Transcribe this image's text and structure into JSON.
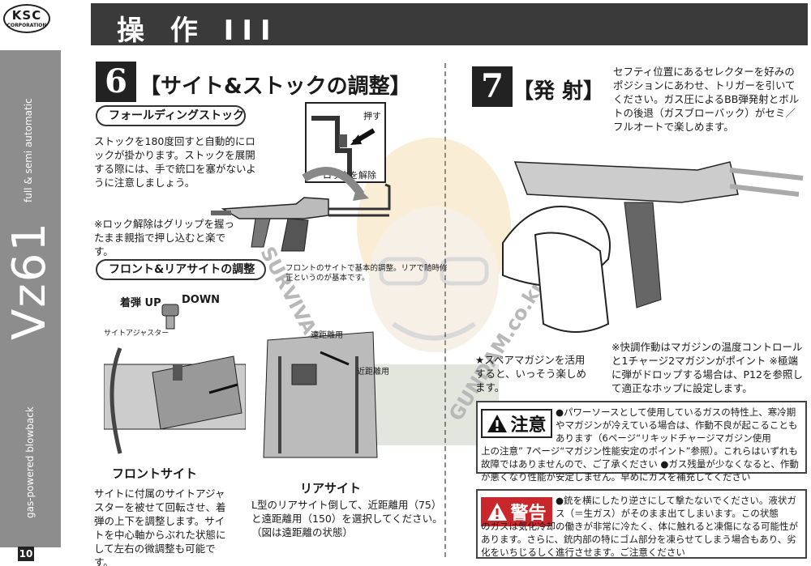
{
  "brand": {
    "logo_main": "KSC",
    "logo_sub": "CORPORATION"
  },
  "sidebar": {
    "tagline": "full & semi automatic",
    "model": "Vz61",
    "type": "gas-powered blowback",
    "page_number": "10"
  },
  "header": {
    "title": "操 作 III"
  },
  "section6": {
    "number": "6",
    "title": "【サイト&ストックの調整】",
    "stock": {
      "subhead": "フォールディングストック",
      "text": "ストックを180度回すと自動的にロックが掛かります。ストックを展開する際には、手で銃口を塞がないように注意しましょう。",
      "note": "※ロック解除はグリップを握ったまま親指で押し込むと楽です。",
      "label_push": "押す",
      "label_unlock": "ロックを解除"
    },
    "sight": {
      "subhead": "フロント&リアサイトの調整",
      "small_note": "フロントのサイトで基本的調整。リアで随時修正というのが基本です。",
      "impact_label": "着弾 UP",
      "down_label": "DOWN",
      "adjuster_label": "サイトアジャスター",
      "long_range_label": "遠距離用",
      "short_range_label": "近距離用",
      "front_caption": "フロントサイト",
      "front_text": "サイトに付属のサイトアジャスターを被せて回転させ、着弾の上下を調整します。サイトを中心軸からぶれた状態にして左右の微調整も可能です。",
      "rear_caption": "リアサイト",
      "rear_text": "L型のリアサイト倒して、近距離用（75）と遠距離用（150）を選択してください。（図は遠距離の状態）"
    }
  },
  "section7": {
    "number": "7",
    "title": "【発 射】",
    "text": "セフティ位置にあるセレクターを好みのポジションにあわせ、トリガーを引いてください。ガス圧によるBB弾発射とボルトの後退（ガスブローバック）がセミ／フルオートで楽しめます。",
    "spare_text": "★スペアマガジンを活用すると、いっそう楽しめます。",
    "notes": "※快調作動はマガジンの温度コントロールと1チャージ2マガジンがポイント ※極端に弾がドロップする場合は、P12を参照して適正なホップに設定します。",
    "caution": {
      "label": "注意",
      "text_right": "●パワーソースとして使用しているガスの特性上、寒冷期やマガジンが冷えている場合は、作動不良が起こることもあります（6ページ“リキッドチャージマガジン使用",
      "text_full": "上の注意” 7ページ“マガジン性能安定のポイント”参照）。これらはいずれも故障ではありませんので、ご了承ください ●ガス残量が少なくなると、作動が悪くなり性能が安定しません。早めにガスを補充してください"
    },
    "warning": {
      "label": "警告",
      "text_right": "●銃を横にしたり逆さにして撃たないでください。液状ガス（＝生ガス）がそのまま出てしまいます。この状態",
      "text_full": "のガスは気化冷却の働きが非常に冷たく、体に触れると凍傷になる可能性があります。さらに、銃内部の特にゴム部分を凍らせてしまう場合もあり、劣化をいちじるしく進行させます。ご注意ください"
    }
  },
  "watermark": {
    "text_left": "SURVIVAL SHOP",
    "text_right": "GUNDAM.co.kr"
  },
  "colors": {
    "header": "#3a3a3a",
    "sidebar": "#8d8d8d",
    "warning_red": "#c8282c"
  }
}
